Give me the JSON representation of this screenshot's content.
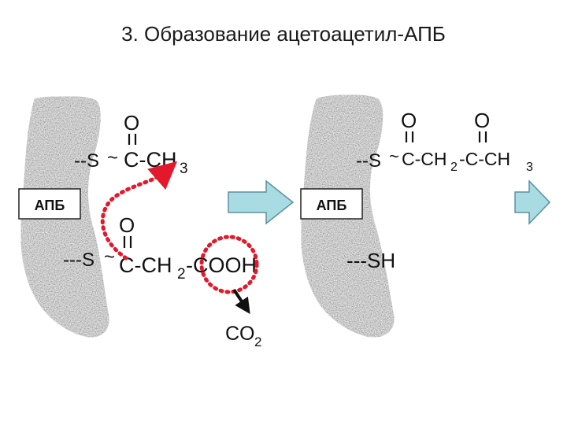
{
  "title": "3. Образование ацетоацетил-АПБ",
  "left": {
    "protein_label": "АПБ",
    "upper": {
      "oxygen": "O",
      "thio": "--S",
      "tilde": "~",
      "group": "C-CH",
      "sub": "3"
    },
    "lower": {
      "oxygen": "O",
      "thio": "---S",
      "tilde": "~",
      "group_a": "C-CH",
      "sub_a": "2",
      "group_b": "-COOH"
    },
    "released": {
      "text": "CO",
      "sub": "2"
    }
  },
  "right": {
    "protein_label": "АПБ",
    "upper": {
      "oxygen_1": "O",
      "oxygen_2": "O",
      "thio": "--S",
      "tilde": "~",
      "group_a": "C-CH",
      "sub_a": "2",
      "group_b": "-C-CH",
      "sub_b": "3"
    },
    "lower": {
      "thiol": "---SH"
    }
  },
  "colors": {
    "protein_fill": "#8f8f8f",
    "arrow_fill": "#a8dbe2",
    "arrow_stroke": "#5d8fa0",
    "transfer_dots": "#e3192b"
  },
  "icons": {
    "transfer_arrow": "dotted-curved-arrow-icon",
    "release_arrow": "black-arrow-icon",
    "step_arrow": "block-right-arrow-icon"
  }
}
